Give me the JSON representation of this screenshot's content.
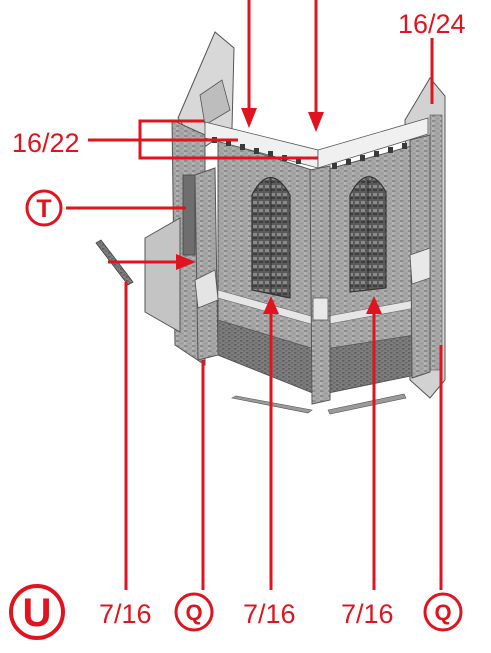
{
  "labels": {
    "top_right": "16/24",
    "left": "16/22",
    "bottom_1": "7/16",
    "bottom_2": "7/16",
    "bottom_3": "7/16"
  },
  "markers": {
    "t": "T",
    "u": "U",
    "q1": "Q",
    "q2": "Q"
  },
  "colors": {
    "annotation": "#e0141e",
    "stone": "#9a9a9a",
    "stone_dark": "#6e6e6e",
    "stone_light": "#cfcfcf"
  }
}
